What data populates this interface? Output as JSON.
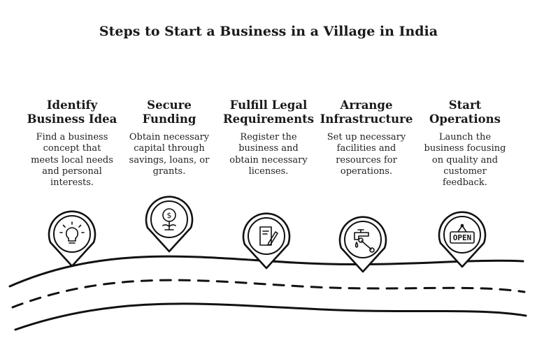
{
  "title": "Steps to Start a Business in a Village in India",
  "steps": [
    {
      "title_line1": "Identify",
      "title_line2": "Business Idea",
      "description": "Find a business concept that meets local needs and personal interests.",
      "icon": "lightbulb-icon"
    },
    {
      "title_line1": "Secure",
      "title_line2": "Funding",
      "description": "Obtain necessary capital through savings, loans, or grants.",
      "icon": "money-plant-icon"
    },
    {
      "title_line1": "Fulfill Legal",
      "title_line2": "Requirements",
      "description": "Register the business and obtain necessary licenses.",
      "icon": "document-pen-icon"
    },
    {
      "title_line1": "Arrange",
      "title_line2": "Infrastructure",
      "description": "Set up necessary facilities and resources for operations.",
      "icon": "faucet-wrench-icon"
    },
    {
      "title_line1": "Start",
      "title_line2": "Operations",
      "description": "Launch the business focusing on quality and customer feedback.",
      "icon": "open-sign-icon"
    }
  ],
  "open_sign_text": "OPEN"
}
